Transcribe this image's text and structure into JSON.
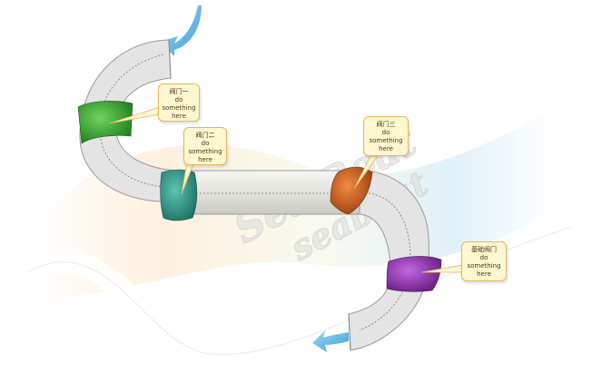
{
  "colors": {
    "pipe_body": "#e6e6e6",
    "pipe_edge": "#9a9a9a",
    "valve_1": "#2f9a2a",
    "valve_2": "#2d8f7f",
    "valve_3": "#d2541a",
    "valve_4": "#8f2bb0",
    "arrow": "#4aaee0",
    "callout_fill": "#fff6d2",
    "callout_border": "#e2b95a"
  },
  "arrows": [
    "flow-in-arrow",
    "flow-out-arrow"
  ],
  "valves": [
    {
      "id": "valve-1",
      "color": "#2f9a2a",
      "label": "阀门一",
      "desc_1": "do",
      "desc_2": "something",
      "desc_3": "here"
    },
    {
      "id": "valve-2",
      "color": "#2d8f7f",
      "label": "阀门二",
      "desc_1": "do",
      "desc_2": "something",
      "desc_3": "here"
    },
    {
      "id": "valve-3",
      "color": "#d2541a",
      "label": "阀门三",
      "desc_1": "do",
      "desc_2": "something",
      "desc_3": "here"
    },
    {
      "id": "valve-4",
      "color": "#8f2bb0",
      "label": "基础阀门",
      "desc_1": "do",
      "desc_2": "something",
      "desc_3": "here"
    }
  ],
  "watermark": {
    "line_1": "Sea Boat",
    "line_2": "seaboat"
  }
}
